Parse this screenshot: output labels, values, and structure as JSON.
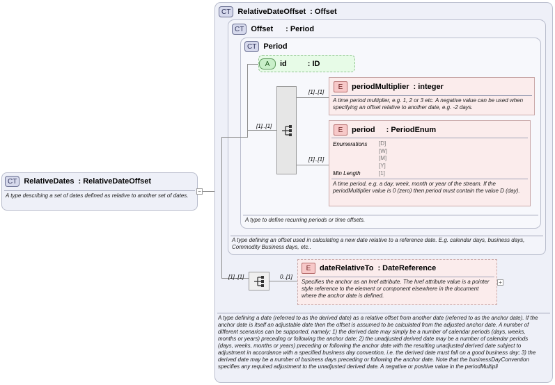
{
  "root": {
    "badge": "CT",
    "name": "RelativeDates",
    "type": ": RelativeDateOffset",
    "description": "A type describing a set of dates defined as relative to another set of dates."
  },
  "relative_date_offset": {
    "badge": "CT",
    "name": "RelativeDateOffset",
    "type": ": Offset",
    "description": "A type defining a date (referred to as the derived date) as a relative offset from another date (referred to as the anchor date). If the anchor date is itself an adjustable date then the offset is assumed to be calculated from the adjusted anchor date. A number of different scenarios can be supported, namely; 1) the derived date may simply be a number of calendar periods (days, weeks, months or years) preceding or following the anchor date; 2) the unadjusted derived date may be a number of calendar periods (days, weeks, months or years) preceding or following the anchor date with the resulting unadjusted derived date subject to adjustment in accordance with a specified business day convention, i.e. the derived date must fall on a good business day; 3) the derived date may be a number of business days preceding or following the anchor date. Note that the businessDayConvention specifies any required adjustment to the unadjusted derived date. A negative or positive value in the periodMultipli"
  },
  "offset": {
    "badge": "CT",
    "name": "Offset",
    "type": ": Period",
    "description": "A type defining an offset used in calculating a new date relative to a reference date. E.g. calendar days, business days, Commodity Business days, etc.."
  },
  "period": {
    "badge": "CT",
    "name": "Period",
    "description": "A type to define recurring periods or time offsets.",
    "attribute": {
      "badge": "A",
      "name": "id",
      "type": ": ID"
    },
    "seq_multiplicity": "[1]..[1]",
    "elements": [
      {
        "badge": "E",
        "name": "periodMultiplier",
        "type": ": integer",
        "multiplicity": "[1]..[1]",
        "description": "A time period multiplier, e.g. 1, 2 or 3 etc. A negative value can be used when specifying an offset relative to another date, e.g. -2 days."
      },
      {
        "badge": "E",
        "name": "period",
        "type": ": PeriodEnum",
        "multiplicity": "[1]..[1]",
        "enumerations_label": "Enumerations",
        "enumerations": [
          "[D]",
          "[W]",
          "[M]",
          "[Y]"
        ],
        "min_length_label": "Min Length",
        "min_length": "[1]",
        "description": "A time period, e.g. a day, week, month or year of the stream. If the periodMultiplier value is 0 (zero) then period must contain the value D (day)."
      }
    ]
  },
  "date_relative_to": {
    "badge": "E",
    "name": "dateRelativeTo",
    "type": ": DateReference",
    "seq_multiplicity": "[1]..[1]",
    "multiplicity": "0..[1]",
    "expand": "+",
    "description": "Specifies the anchor as an href attribute. The href attribute value is a pointer style reference to the element or component elsewhere in the document where the anchor date is defined."
  },
  "root_expand": "−"
}
